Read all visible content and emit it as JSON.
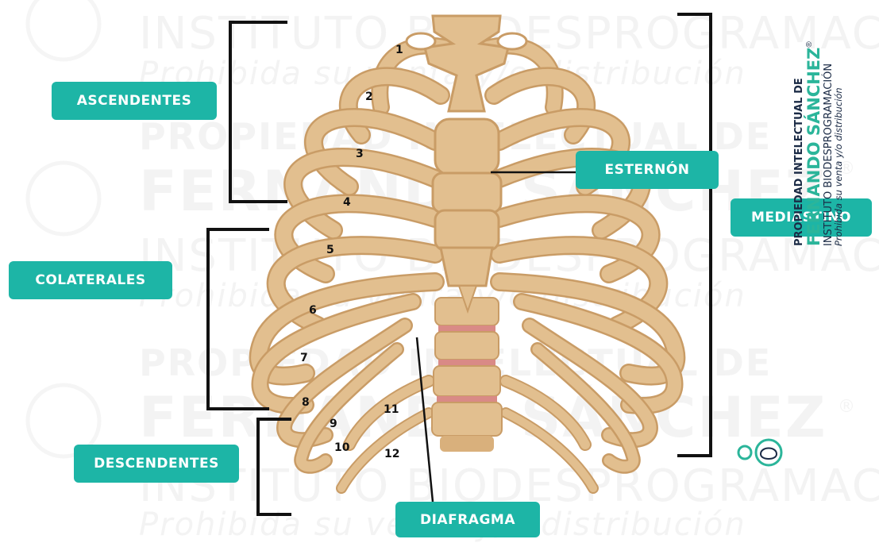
{
  "labels": {
    "ascendentes": "ASCENDENTES",
    "colaterales": "COLATERALES",
    "descendentes": "DESCENDENTES",
    "esternon": "ESTERNÓN",
    "mediastino": "MEDIASTINO",
    "diafragma": "DIAFRAGMA"
  },
  "rib_numbers": [
    "1",
    "2",
    "3",
    "4",
    "5",
    "6",
    "7",
    "8",
    "9",
    "10",
    "11",
    "12"
  ],
  "watermark": {
    "line1": "INSTITUTO BIODESPROGRAMACIÓN",
    "line2": "Prohibida su venta y/o distribución",
    "line3": "PROPIEDAD INTELECTUAL DE",
    "line4": "FERNANDO SÁNCHEZ",
    "registered": "®"
  },
  "logo": {
    "line1": "PROPIEDAD INTELECTUAL DE",
    "line2": "FERNANDO SÁNCHEZ",
    "line3": "INSTITUTO BIODESPROGRAMACIÓN",
    "line4": "Prohibida su venta y/o distribución",
    "registered": "®"
  },
  "colors": {
    "accent": "#1db5a6",
    "bone": "#e2bf8f",
    "bone_shadow": "#c99c66",
    "cartilage": "#ecd2a8",
    "disc": "#d98a86",
    "bracket": "#111111",
    "logo_text": "#1a2a45",
    "logo_green": "#2bb59a"
  }
}
